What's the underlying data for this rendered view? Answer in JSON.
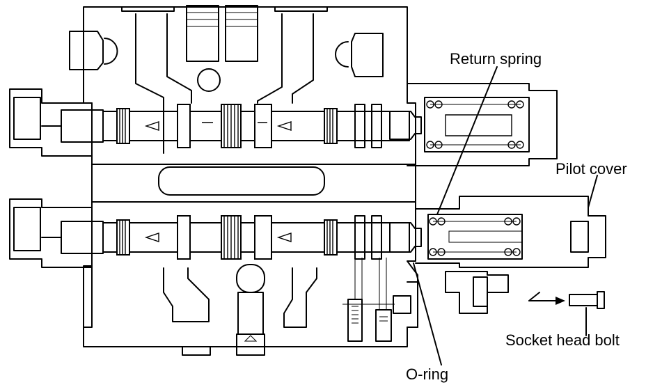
{
  "labels": {
    "return_spring": "Return spring",
    "pilot_cover": "Pilot cover",
    "socket_head_bolt": "Socket head bolt",
    "o_ring": "O-ring"
  },
  "colors": {
    "line": "#000000",
    "background": "#ffffff"
  }
}
